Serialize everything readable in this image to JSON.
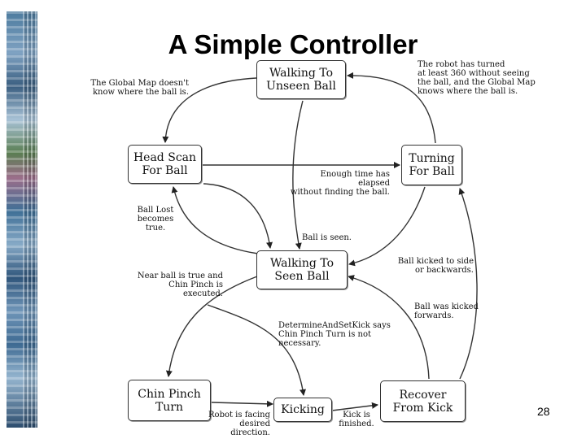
{
  "slide": {
    "title": "A Simple Controller",
    "page_number": "28"
  },
  "states": {
    "walking_unseen": "Walking To\nUnseen Ball",
    "head_scan": "Head Scan\nFor Ball",
    "turning": "Turning\nFor Ball",
    "walking_seen": "Walking To\nSeen Ball",
    "chin_pinch": "Chin Pinch\nTurn",
    "kicking": "Kicking",
    "recover": "Recover\nFrom Kick"
  },
  "transitions": {
    "global_map_unknown": "The Global Map doesn't\nknow where the ball is.",
    "turned_360": "The robot has turned\nat least 360 without seeing\nthe ball, and the Global Map\nknows where the ball is.",
    "time_elapsed": "Enough time has elapsed\nwithout finding the ball.",
    "ball_lost": "Ball Lost\nbecomes true.",
    "ball_seen": "Ball is seen.",
    "near_ball": "Near ball is true and\nChin Pinch is executed.",
    "kicked_side": "Ball kicked to side\nor backwards.",
    "kicked_forward": "Ball was kicked\nforwards.",
    "determine_kick": "DetermineAndSetKick says\nChin Pinch Turn is not necessary.",
    "robot_facing": "Robot is facing\ndesired direction.",
    "kick_finished": "Kick is\nfinished."
  }
}
